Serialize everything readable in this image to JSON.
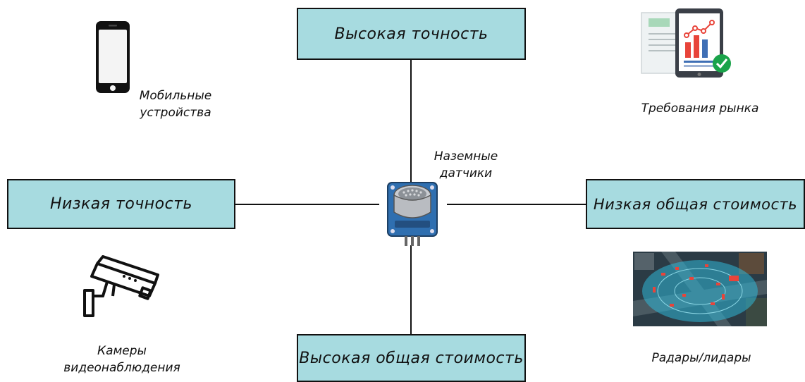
{
  "axes": {
    "top": "Высокая точность",
    "left": "Низкая точность",
    "right": "Низкая общая стоимость",
    "bottom": "Высокая общая стоимость"
  },
  "center": {
    "label_line1": "Наземные",
    "label_line2": "датчики",
    "icon": "ground-sensor-icon"
  },
  "corners": {
    "top_left": {
      "line1": "Мобильные",
      "line2": "устройства",
      "icon": "smartphone-icon"
    },
    "top_right": {
      "line1": "Требования рынка",
      "icon": "market-report-icon"
    },
    "bottom_left": {
      "line1": "Камеры",
      "line2": "видеонаблюдения",
      "icon": "cctv-camera-icon"
    },
    "bottom_right": {
      "line1": "Радары/лидары",
      "icon": "radar-lidar-scan-icon"
    }
  },
  "colors": {
    "box_fill": "#a7dbe0",
    "accent_red": "#e8443a",
    "check_green": "#1aa34a"
  }
}
